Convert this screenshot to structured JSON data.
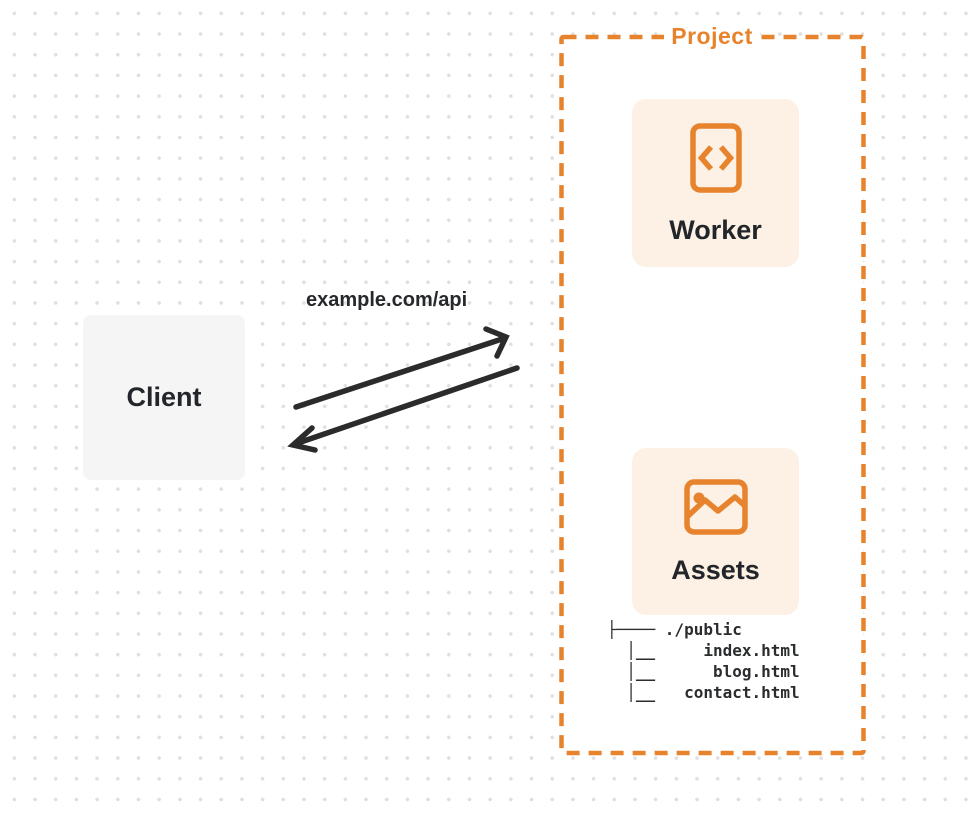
{
  "colors": {
    "accent_orange": "#E8832D",
    "card_cream": "#FCF1E4",
    "client_gray": "#F5F5F6",
    "arrow_dark": "#2B2B2B",
    "dot_grid_gray": "#DFDFDF",
    "text_dark": "#222529"
  },
  "client": {
    "label": "Client"
  },
  "request": {
    "url_label": "example.com/api"
  },
  "project": {
    "label": "Project",
    "worker": {
      "label": "Worker",
      "icon": "code-document-icon"
    },
    "assets": {
      "label": "Assets",
      "icon": "image-icon"
    },
    "file_tree": {
      "root": "./public",
      "files": [
        "index.html",
        "blog.html",
        "contact.html"
      ],
      "lines": [
        "├──── ./public",
        "  │__     index.html",
        "  │__      blog.html",
        "  │__   contact.html"
      ]
    }
  }
}
